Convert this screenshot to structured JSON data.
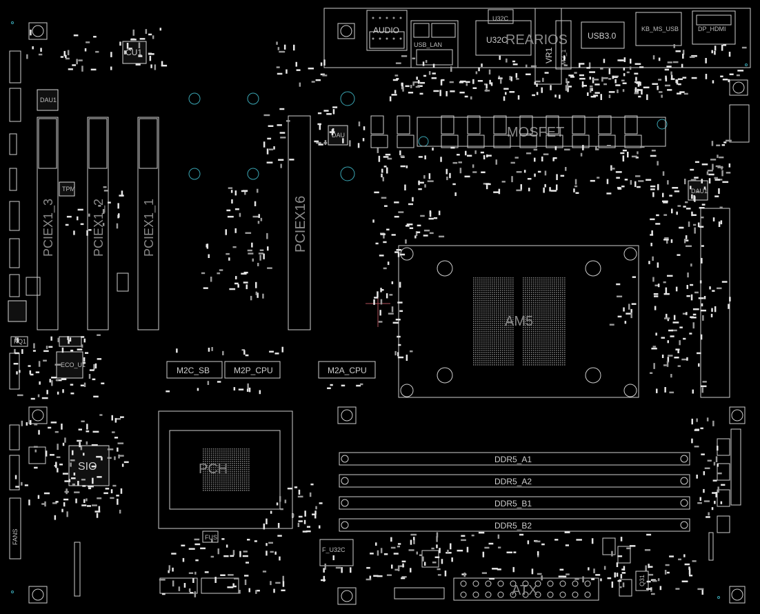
{
  "colors": {
    "background": "#000000",
    "outline": "#d0d0d0",
    "silkscreen_label": "#8a8a8a",
    "mounting_hole_marker": "#3aa6b4",
    "cursor_cross": "#b0505a"
  },
  "labels": {
    "audio": "AUDIO",
    "usb_lan": "USB_LAN",
    "u32c": "U32C",
    "u32c_2": "U32C",
    "rear_ios": "REARIOS",
    "m2_1": "M2_1",
    "vr1": "VR1",
    "usb_30": "USB3.0",
    "kb_ms_usb": "KB_MS_USB",
    "dp_hdmi": "DP_HDMI",
    "cu1": "CU1",
    "pciex1_3": "PCIEX1_3",
    "pciex1_2": "PCIEX1_2",
    "pciex1_1": "PCIEX1_1",
    "pciex16": "PCIEX16",
    "mosfet": "MOSFET",
    "dau1_left": "DAU1",
    "dau1_right": "DAU1",
    "dau_mid": "DAU",
    "am5": "AM5",
    "m2c_sb": "M2C_SB",
    "m2p_cpu": "M2P_CPU",
    "m2a_cpu": "M2A_CPU",
    "ddr5_a1": "DDR5_A1",
    "ddr5_a2": "DDR5_A2",
    "ddr5_b1": "DDR5_B1",
    "ddr5_b2": "DDR5_B2",
    "sio": "SIO",
    "pch": "PCH",
    "f_u32c": "F_U32C",
    "atx": "ATX",
    "kq1": "KQ1",
    "tpm": "TPM",
    "eco_u1": "ECO_U1",
    "q31": "Q31",
    "fusb1": "FUS",
    "dc_fan": "FANS"
  }
}
